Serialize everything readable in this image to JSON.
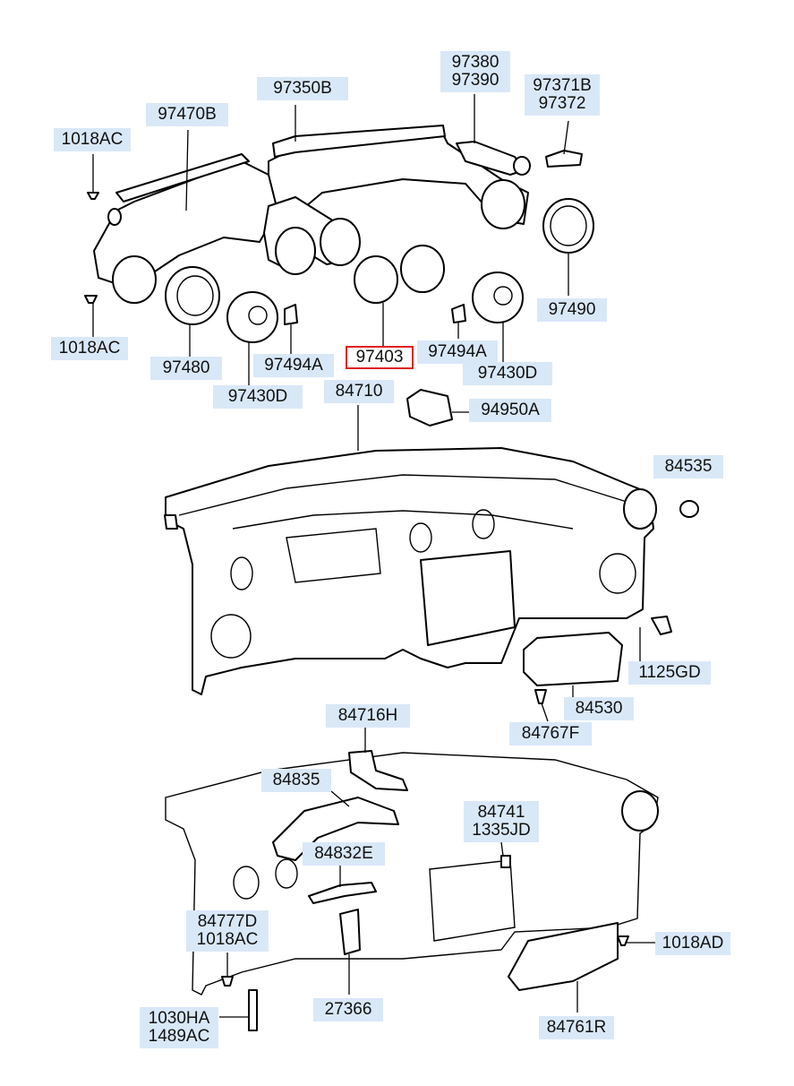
{
  "labels": {
    "p97380": "97380\n97390",
    "p97371B": "97371B\n97372",
    "p97350B": "97350B",
    "p97470B": "97470B",
    "p1018AC_a": "1018AC",
    "p1018AC_b": "1018AC",
    "p97490": "97490",
    "p97480": "97480",
    "p97494A_a": "97494A",
    "p97403": "97403",
    "p97494A_b": "97494A",
    "p97430D_a": "97430D",
    "p97430D_b": "97430D",
    "p84710": "84710",
    "p94950A": "94950A",
    "p84535": "84535",
    "p1125GD": "1125GD",
    "p84530": "84530",
    "p84767F": "84767F",
    "p84716H": "84716H",
    "p84835": "84835",
    "p84741": "84741\n1335JD",
    "p84832E": "84832E",
    "p84777D": "84777D\n1018AC",
    "p1018AD": "1018AD",
    "p1030HA": "1030HA\n1489AC",
    "p27366": "27366",
    "p84761R": "84761R"
  },
  "colors": {
    "label_bg": "#d9e8f7",
    "highlight_border": "#e02020",
    "line": "#000000"
  }
}
